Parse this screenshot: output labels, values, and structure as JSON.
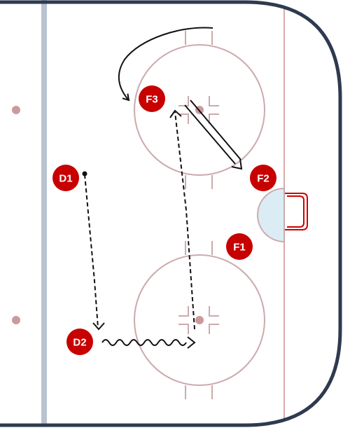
{
  "colors": {
    "rink_border": "#2e3a4f",
    "blue_line": "#b8c3cf",
    "red_line": "#d9a9aa",
    "faceoff_circle": "#ccaaad",
    "dot": "#cc9a9d",
    "crease_fill": "#dcecf5",
    "net": "#d00000",
    "player": "#c70000",
    "player_text": "#ffffff",
    "path": "#111111"
  },
  "players": [
    {
      "id": "f3",
      "label": "F3"
    },
    {
      "id": "f2",
      "label": "F2"
    },
    {
      "id": "f1",
      "label": "F1"
    },
    {
      "id": "d1",
      "label": "D1"
    },
    {
      "id": "d2",
      "label": "D2"
    }
  ],
  "paths": [
    {
      "id": "f3-curve",
      "type": "skate"
    },
    {
      "id": "f3-to-f2",
      "type": "pass"
    },
    {
      "id": "d1-to-d2",
      "type": "backward-skate"
    },
    {
      "id": "d2-carry",
      "type": "skate-with-puck"
    },
    {
      "id": "shot-return",
      "type": "backward-skate"
    }
  ]
}
